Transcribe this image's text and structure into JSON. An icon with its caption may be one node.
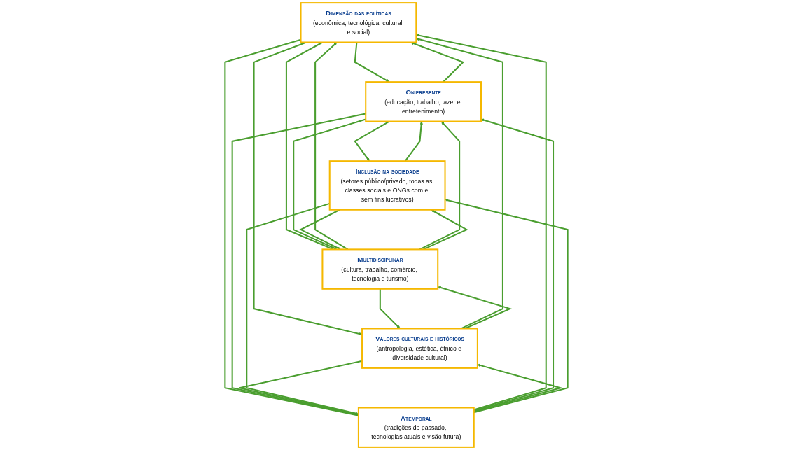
{
  "diagram": {
    "nodes": [
      {
        "text": [
          "Dimensão das políticas",
          "(econômica, tecnológica, cultural e social)"
        ]
      },
      {
        "text": [
          "Onipresente",
          "(educação, trabalho, lazer e entretenimento)"
        ]
      },
      {
        "text": [
          "Multidisciplinar",
          "(cultura, trabalho, comércio, tecnologia e turismo)"
        ]
      },
      {
        "text": [
          "Valores culturais e históricos",
          "(antropologia, estética, étnico e diversidade cultural)"
        ]
      },
      {
        "text": [
          "Atemporal",
          "(tradições do passado, tecnologias atuais e visão futura)"
        ]
      },
      {
        "text": [
          "Inclusão na sociedade",
          "(setores público/privado, todas as classes sociais e ONGs com e sem fins lucrativos)"
        ]
      }
    ],
    "edges": [
      {
        "from": 0,
        "to": 1,
        "arrow": "to"
      },
      {
        "from": 1,
        "to": 0,
        "arrow": "to"
      },
      {
        "from": 0,
        "to": 3,
        "arrow": "to"
      },
      {
        "from": 3,
        "to": 0,
        "arrow": "to"
      },
      {
        "from": 1,
        "to": 5,
        "arrow": "to"
      },
      {
        "from": 5,
        "to": 1,
        "arrow": "to"
      },
      {
        "from": 0,
        "to": 2,
        "arrow": "to"
      },
      {
        "from": 2,
        "to": 0,
        "arrow": "to"
      },
      {
        "from": 1,
        "to": 2,
        "arrow": "to"
      },
      {
        "from": 2,
        "to": 1,
        "arrow": "to"
      },
      {
        "from": 0,
        "to": 4,
        "arrow": "to"
      },
      {
        "from": 4,
        "to": 0,
        "arrow": "to"
      },
      {
        "from": 3,
        "to": 2,
        "arrow": "to"
      },
      {
        "from": 2,
        "to": 3,
        "arrow": "to"
      },
      {
        "from": 1,
        "to": 4,
        "arrow": "to"
      },
      {
        "from": 4,
        "to": 1,
        "arrow": "to"
      },
      {
        "from": 5,
        "to": 2,
        "arrow": "to"
      },
      {
        "from": 2,
        "to": 5,
        "arrow": "to"
      },
      {
        "from": 3,
        "to": 4,
        "arrow": "to"
      },
      {
        "from": 4,
        "to": 3,
        "arrow": "to"
      },
      {
        "from": 4,
        "to": 5,
        "arrow": "to"
      },
      {
        "from": 5,
        "to": 4,
        "arrow": "to"
      }
    ]
  }
}
